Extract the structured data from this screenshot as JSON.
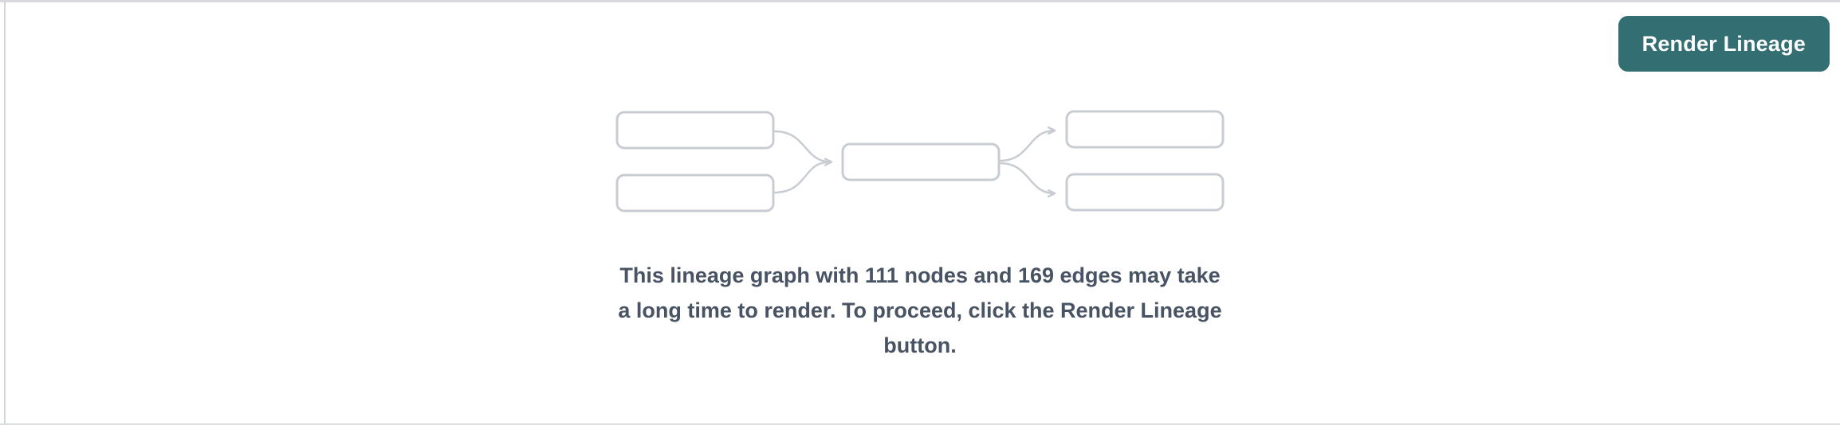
{
  "colors": {
    "accent": "#336f72",
    "box-border": "#c8ccd3",
    "message-color": "#485363",
    "border-top": "#d9dadd",
    "border-left": "#d3d5d9",
    "border-bottom": "#dcdde0"
  },
  "toolbar": {
    "render_button": {
      "label": "Render Lineage"
    }
  },
  "empty_state": {
    "illustration": "lineage-graph-placeholder",
    "node_count": "111",
    "edge_count": "169",
    "message_lines": [
      "This lineage graph with 111 nodes and 169 edges may take",
      "a long time to render. To proceed, click the Render Lineage",
      "button."
    ]
  }
}
